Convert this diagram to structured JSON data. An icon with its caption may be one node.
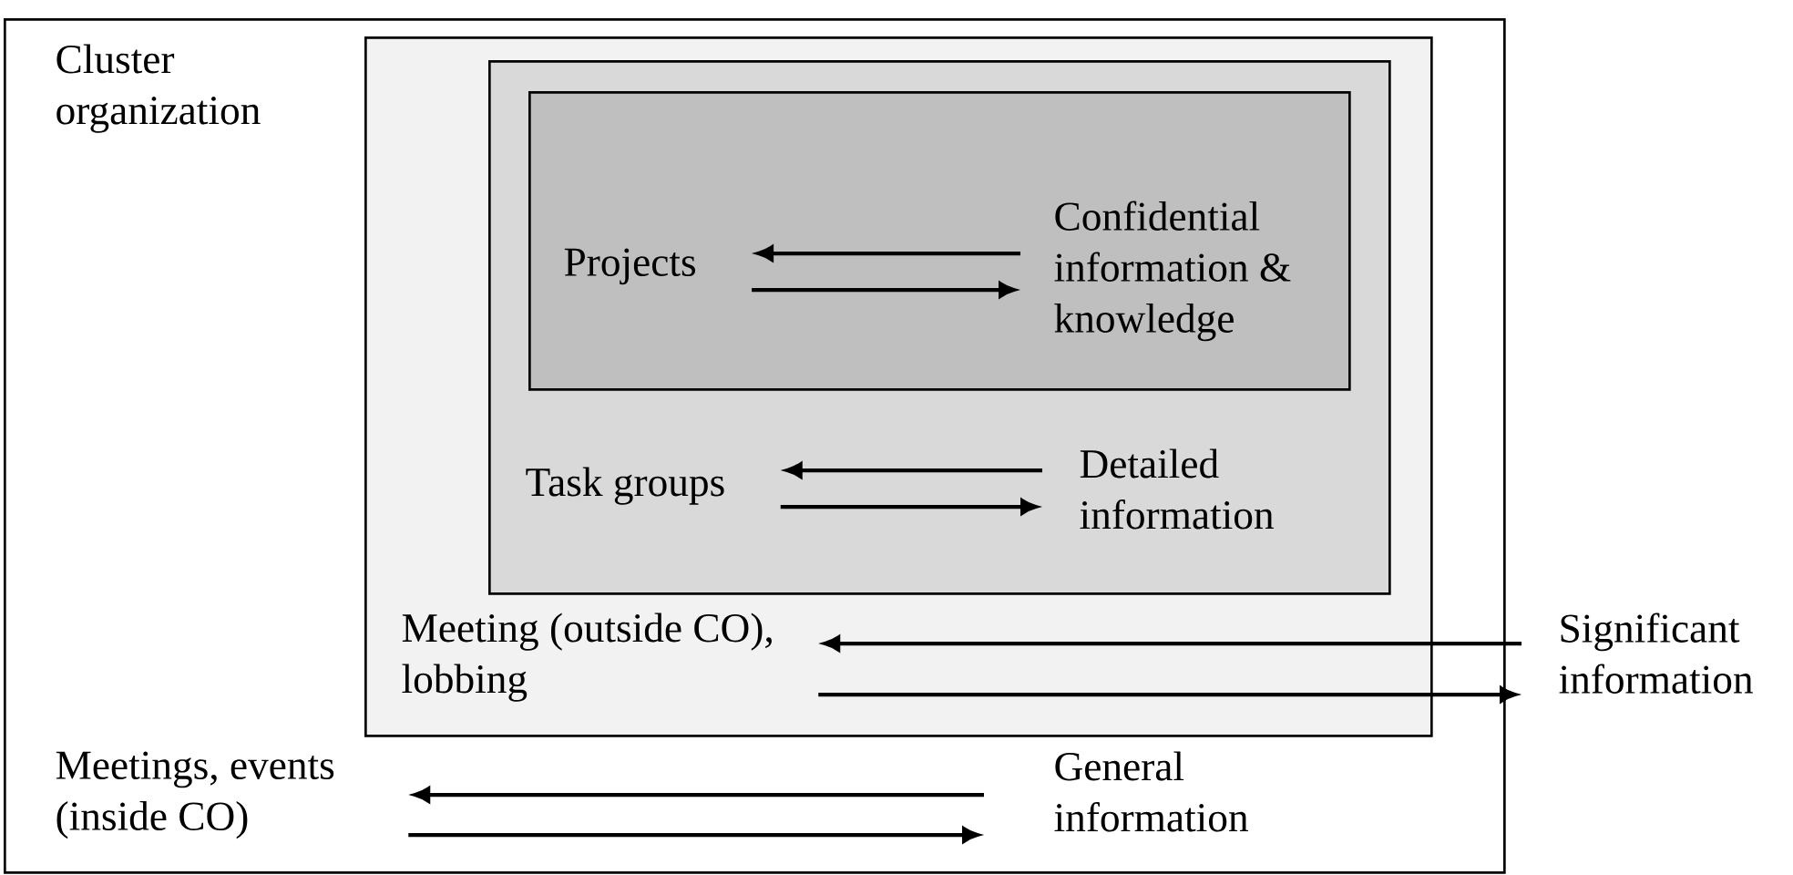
{
  "diagram": {
    "nodes": [
      {
        "text": [
          "Cluster organization"
        ]
      },
      {
        "text": [],
        "shape": "box",
        "in": 0
      },
      {
        "text": [],
        "shape": "box",
        "in": 1
      },
      {
        "text": [],
        "shape": "box",
        "in": 2
      },
      {
        "text": [
          "Projects"
        ],
        "in": 3
      },
      {
        "text": [
          "Confidential information & knowledge"
        ],
        "in": 3
      },
      {
        "text": [
          "Task groups"
        ],
        "in": 2
      },
      {
        "text": [
          "Detailed information"
        ],
        "in": 2
      },
      {
        "text": [
          "Meeting (outside CO), lobbing"
        ],
        "in": 1
      },
      {
        "text": [
          "Significant information"
        ]
      },
      {
        "text": [
          "Meetings, events (inside CO)"
        ],
        "in": 0
      },
      {
        "text": [
          "General information"
        ],
        "in": 0
      }
    ],
    "edges": [
      {
        "from": 5,
        "to": 4,
        "arrow": "to"
      },
      {
        "from": 4,
        "to": 5,
        "arrow": "to"
      },
      {
        "from": 7,
        "to": 6,
        "arrow": "to"
      },
      {
        "from": 6,
        "to": 7,
        "arrow": "to"
      },
      {
        "from": 9,
        "to": 8,
        "arrow": "to"
      },
      {
        "from": 8,
        "to": 9,
        "arrow": "to"
      },
      {
        "from": 11,
        "to": 10,
        "arrow": "to"
      },
      {
        "from": 10,
        "to": 11,
        "arrow": "to"
      }
    ]
  }
}
